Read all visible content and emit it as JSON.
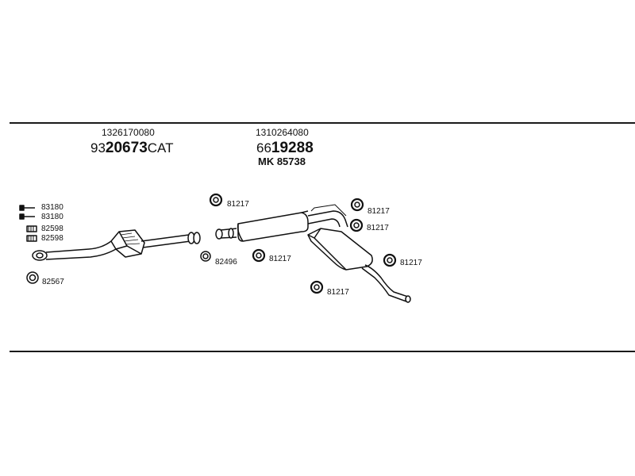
{
  "header": {
    "left": {
      "part": "1326170080",
      "code_prefix": "93",
      "code_bold": "20673",
      "code_suffix": "CAT"
    },
    "right": {
      "part": "1310264080",
      "code_prefix": "66",
      "code_bold": "19288",
      "kit": "MK 85738"
    }
  },
  "parts": {
    "bolt_1": "83180",
    "bolt_2": "83180",
    "spring_1": "82598",
    "spring_2": "82598",
    "gasket_lower_left": "82567",
    "clamp_mid": "82496",
    "ring_a": "81217",
    "ring_b": "81217",
    "ring_c": "81217",
    "ring_d": "81217",
    "ring_e": "81217",
    "ring_f": "81217"
  }
}
